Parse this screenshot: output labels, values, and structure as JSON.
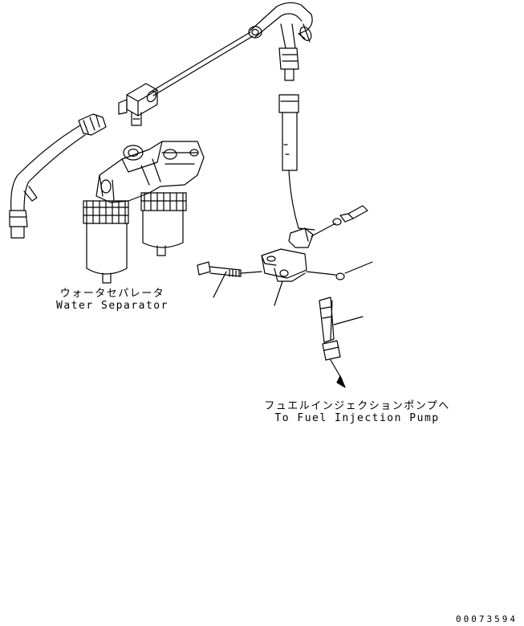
{
  "labels": {
    "water_separator_jp": "ウォータセパレータ",
    "water_separator_en": "Water Separator",
    "fuel_pump_jp": "フュエルインジェクションポンプへ",
    "fuel_pump_en": "To Fuel Injection Pump"
  },
  "figure_id": "00073594",
  "colors": {
    "line": "#000000",
    "background": "#ffffff"
  }
}
